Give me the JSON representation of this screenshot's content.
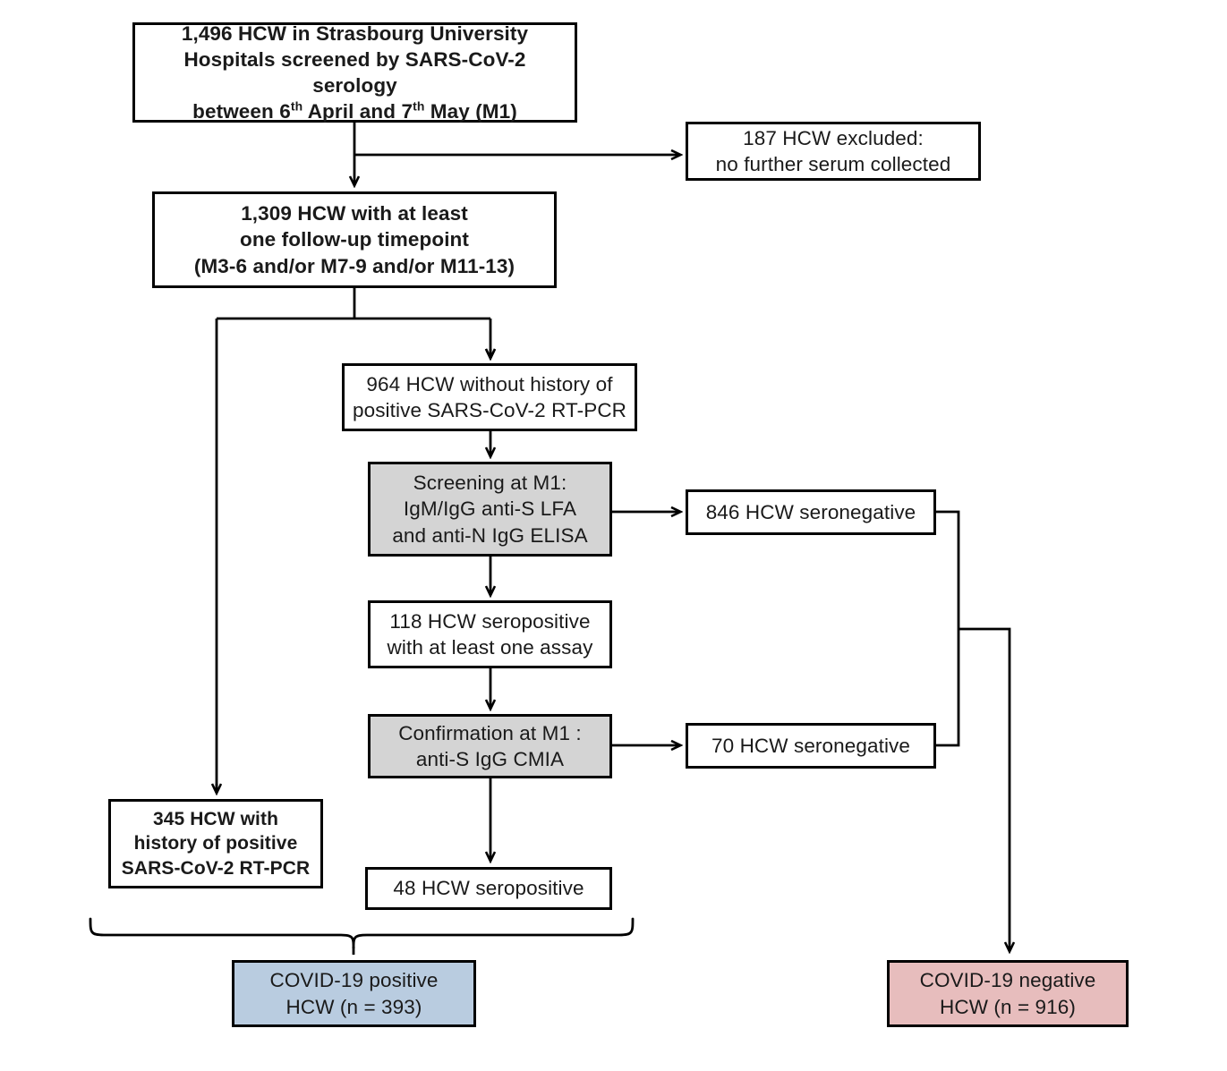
{
  "figure": {
    "type": "flowchart",
    "title": "Study flow diagram of HCW SARS-CoV-2 serology cohort",
    "colors": {
      "box_border": "#000000",
      "box_fill_default": "#ffffff",
      "box_fill_process": "#d4d4d4",
      "box_fill_positive": "#b9cce0",
      "box_fill_negative": "#e7bdbd",
      "connector": "#000000"
    }
  },
  "nodes": {
    "top": {
      "line1": "1,496 HCW in Strasbourg University",
      "line2": "Hospitals screened by SARS-CoV-2 serology",
      "line3_a": "between 6",
      "line3_sup1": "th",
      "line3_b": " April and 7",
      "line3_sup2": "th",
      "line3_c": " May (M1)"
    },
    "excluded": {
      "line1": "187 HCW excluded:",
      "line2": "no further serum collected"
    },
    "followup": {
      "line1": "1,309 HCW with at least",
      "line2": "one follow-up timepoint",
      "line3": "(M3-6 and/or M7-9 and/or M11-13)"
    },
    "no_history": {
      "line1": "964 HCW without history of",
      "line2": "positive SARS-CoV-2 RT-PCR"
    },
    "screening": {
      "line1": "Screening at M1:",
      "line2": "IgM/IgG anti-S LFA",
      "line3": "and anti-N IgG ELISA"
    },
    "seronegative_846": {
      "line1": "846 HCW seronegative"
    },
    "seropositive_118": {
      "line1": "118 HCW seropositive",
      "line2": "with at least one assay"
    },
    "confirmation": {
      "line1": "Confirmation at M1 :",
      "line2": "anti-S IgG CMIA"
    },
    "seronegative_70": {
      "line1": "70 HCW seronegative"
    },
    "history_345": {
      "line1": "345 HCW with",
      "line2": "history of positive",
      "line3": "SARS-CoV-2 RT-PCR"
    },
    "seropositive_48": {
      "line1": "48 HCW seropositive"
    },
    "covid_positive": {
      "line1": "COVID-19 positive",
      "line2": "HCW (n = 393)"
    },
    "covid_negative": {
      "line1": "COVID-19 negative",
      "line2": "HCW (n = 916)"
    }
  },
  "counts": {
    "screened_m1": 1496,
    "excluded_no_serum": 187,
    "with_followup": 1309,
    "without_rtpcr_history": 964,
    "seronegative_screening": 846,
    "seropositive_screening": 118,
    "seronegative_confirmation": 70,
    "seropositive_confirmation": 48,
    "with_rtpcr_history": 345,
    "covid_positive_total": 393,
    "covid_negative_total": 916
  }
}
